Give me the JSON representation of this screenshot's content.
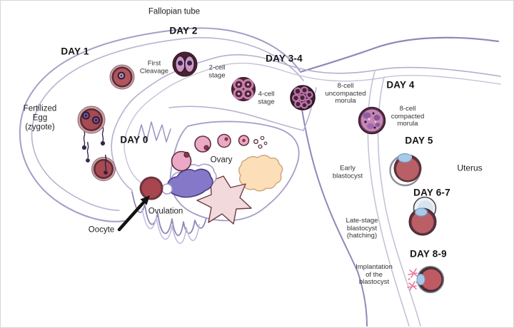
{
  "labels": {
    "fallopian_tube": "Fallopian tube",
    "day0": "DAY 0",
    "day1": "DAY 1",
    "day2": "DAY 2",
    "day3_4": "DAY 3-4",
    "day4": "DAY 4",
    "day5": "DAY 5",
    "day6_7": "DAY 6-7",
    "day8_9": "DAY 8-9",
    "fertilized_egg": "Fertilized\nEgg\n(zygote)",
    "first_cleavage": "First\nCleavage",
    "two_cell": "2-cell\nstage",
    "four_cell": "4-cell\nstage",
    "eight_cell_uncompacted": "8-cell\nuncompacted\nmorula",
    "eight_cell_compacted": "8-cell\ncompacted\nmorula",
    "early_blastocyst": "Early\nblastocyst",
    "late_blastocyst": "Late-stage\nblastocyst\n(hatching)",
    "implantation": "Implantation\nof the\nblastocyst",
    "uterus": "Uterus",
    "ovary": "Ovary",
    "ovulation": "Ovulation",
    "oocyte": "Oocyte"
  },
  "colors": {
    "tube_line": "#a49ec7",
    "tube_line_light": "#c6c2d8",
    "tube_line_dark": "#8f88b8",
    "cell_body_red": "#b05258",
    "cell_dark_ring": "#5c2b35",
    "cell_halo": "#c9a0a6",
    "nucleus_purple": "#352547",
    "blastomere_pink": "#cf93c3",
    "morula_dark": "#3f1f33",
    "compacted_morula_pink": "#c487b4",
    "icm_blue": "#a9c9e8",
    "zona_gray": "#8e8e98",
    "follicle_pink": "#eba9c6",
    "corpus_purple": "#8678c8",
    "corpus_star_pink": "#f2d9dc",
    "corpus_albicans_orange": "#fcdfb8",
    "sperm_purple": "#35264e",
    "arrow_black": "#121212",
    "implant_spike_pink": "#e87a9a"
  }
}
